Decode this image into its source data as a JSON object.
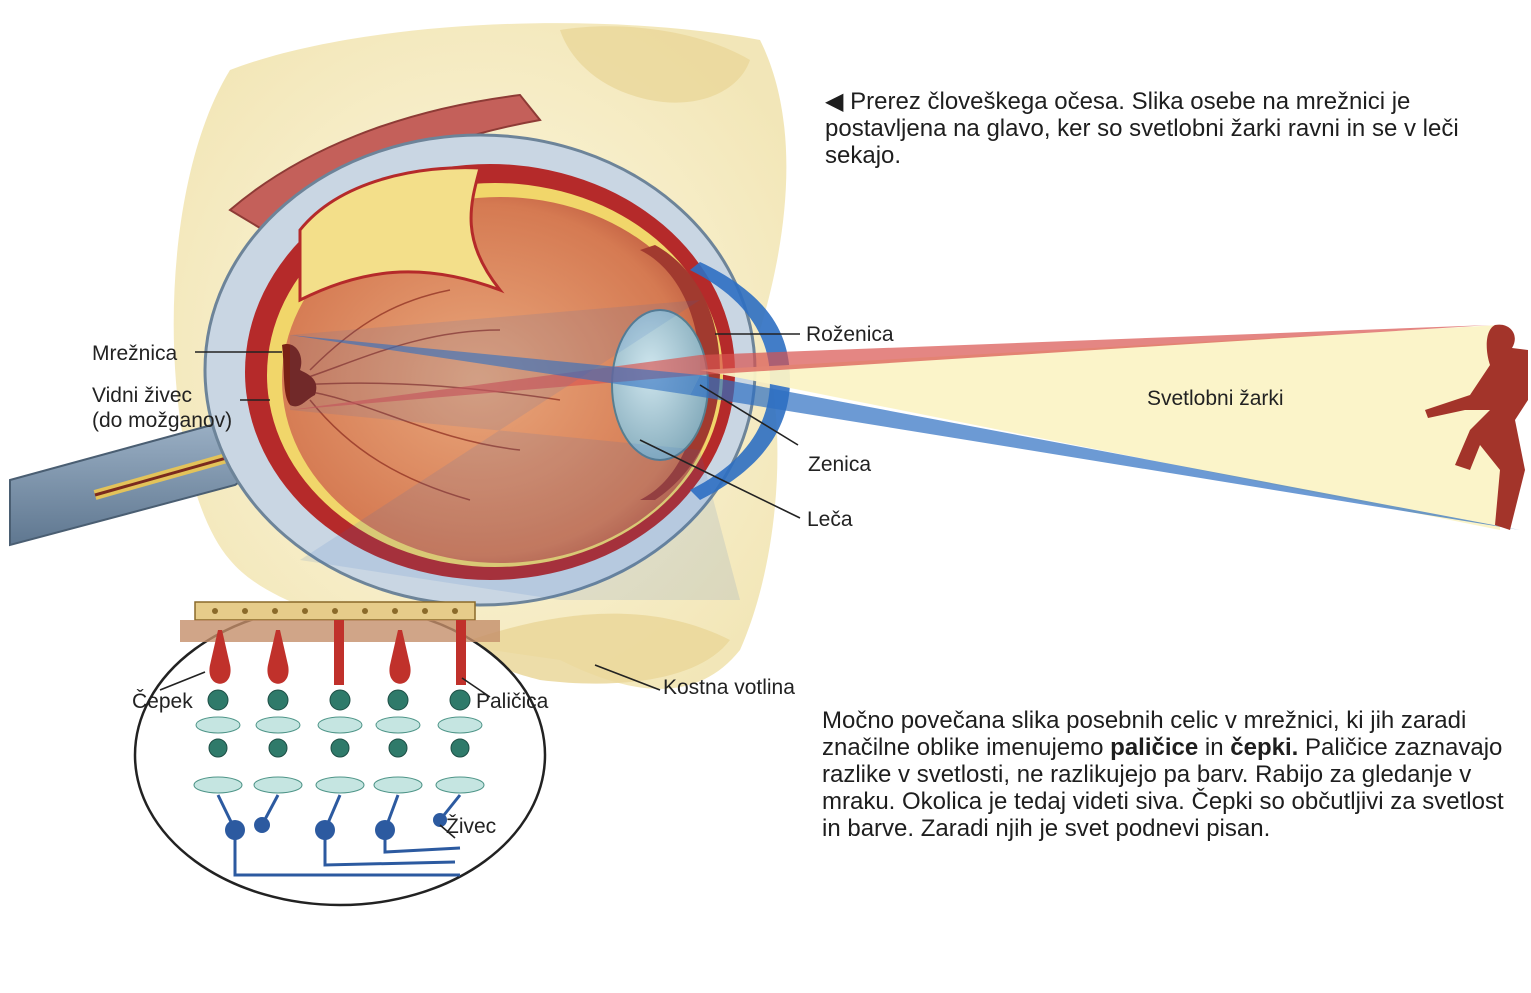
{
  "captions": {
    "top": "◀ Prerez človeškega očesa. Slika osebe na mrežnici je postavljena na glavo, ker so svetlobni žarki ravni in se v leči sekajo.",
    "bottom": {
      "part1": "Močno povečana slika posebnih celic v mrežnici, ki jih zaradi značilne oblike imenujemo",
      "bold1": "paličice",
      "part2": "in",
      "bold2": "čepki.",
      "part3": "Paličice zaznavajo razlike v svetlosti, ne razlikujejo pa barv. Rabijo za gledanje v mraku. Okolica je tedaj videti siva. Čepki so občutljivi za svetlost in barve. Zaradi njih je svet podnevi pisan."
    }
  },
  "labels": {
    "mreznica": "Mrežnica",
    "vidni_zivec_1": "Vidni živec",
    "vidni_zivec_2": "(do možganov)",
    "rozenica": "Roženica",
    "svetlobni_zarki": "Svetlobni žarki",
    "zenica": "Zenica",
    "leca": "Leča",
    "kostna_votlina": "Kostna votlina",
    "cepek": "Čepek",
    "palicica": "Paličica",
    "zivec": "Živec"
  },
  "colors": {
    "sclera": "#c9d6e3",
    "retina_red": "#b52a2a",
    "eye_interior": "#d9875e",
    "bone": "#f2e6b3",
    "ray_red": "#d9534f",
    "ray_blue": "#2e6fc2",
    "ray_yellow": "#fbf3c6",
    "nerve": "#7d93a8",
    "figure": "#a3342a"
  }
}
